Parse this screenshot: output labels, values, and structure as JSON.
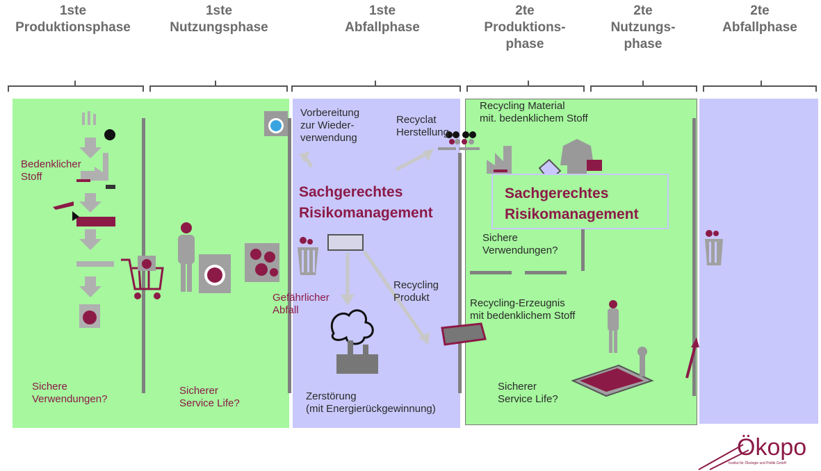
{
  "phases": [
    {
      "label": "1ste\nProduktionsphase"
    },
    {
      "label": "1ste\nNutzungsphase"
    },
    {
      "label": "1ste\nAbfallphase"
    },
    {
      "label": "2te\nProduktions-\nphase"
    },
    {
      "label": "2te\nNutzungs-\nphase"
    },
    {
      "label": "2te\nAbfallphase"
    }
  ],
  "labels": {
    "bedenklicher_stoff": "Bedenklicher\nStoff",
    "sichere_verwendungen_1": "Sichere\nVerwendungen?",
    "sicherer_service_life_1": "Sicherer\nService Life?",
    "vorbereitung": "Vorbereitung\nzur Wieder-\nverwendung",
    "recyclat_herstellung": "Recyclat\nHerstellung",
    "gefaehrlicher_abfall": "Gefährlicher\nAbfall",
    "recycling_produkt": "Recycling\nProdukt",
    "zerstoerung": "Zerstörung\n(mit Energierückgewinnung)",
    "recycling_material": "Recycling  Material\nmit. bedenklichem  Stoff",
    "sichere_verwendungen_2": "Sichere\nVerwendungen?",
    "recycling_erzeugnis": "Recycling-Erzeugnis\nmit bedenklichem  Stoff",
    "sicherer_service_life_2": "Sicherer\nService Life?"
  },
  "risk_management": {
    "text_1": "Sachgerechtes\nRisikomanagement",
    "text_2": "Sachgerechtes\nRisikomanagement"
  },
  "logo": {
    "text": "Ökopo",
    "subtitle": "Institut für Ökologie und Politik GmbH"
  },
  "colors": {
    "green": "#a6f79e",
    "violet": "#c8c8fc",
    "maroon": "#8c1a47",
    "gray": "#808080"
  }
}
